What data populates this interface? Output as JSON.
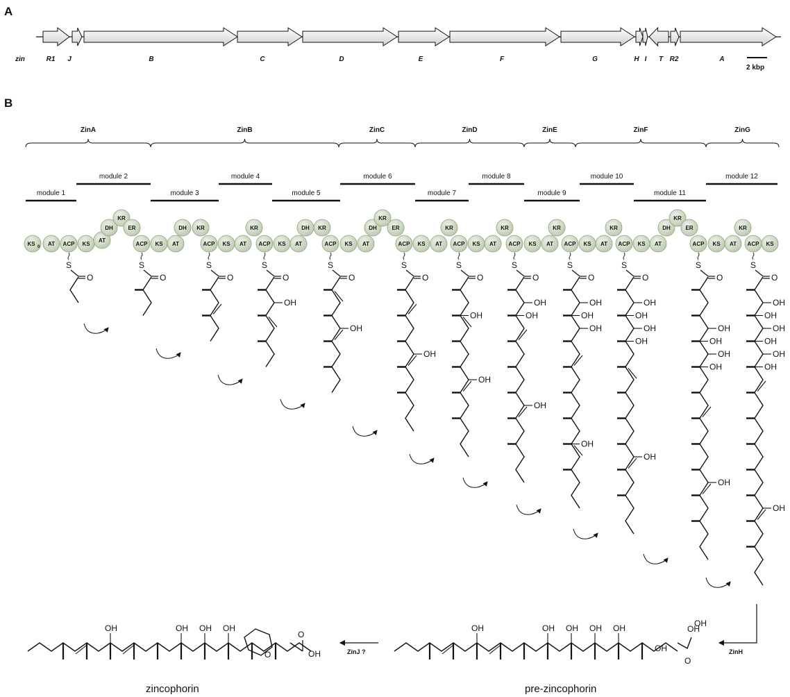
{
  "panel_a": "A",
  "panel_b": "B",
  "cluster_label": "zin",
  "scale_label": "2 kbp",
  "genes": [
    "R1",
    "J",
    "B",
    "C",
    "D",
    "E",
    "F",
    "G",
    "H",
    "I",
    "T",
    "R2",
    "A"
  ],
  "proteins": [
    "ZinA",
    "ZinB",
    "ZinC",
    "ZinD",
    "ZinE",
    "ZinF",
    "ZinG"
  ],
  "modules": [
    "module 1",
    "module 2",
    "module 3",
    "module 4",
    "module 5",
    "module 6",
    "module 7",
    "module 8",
    "module 9",
    "module 10",
    "module 11",
    "module 12"
  ],
  "domains": {
    "ks0": "KS",
    "ks0_sub": "0",
    "ks": "KS",
    "at": "AT",
    "acp": "ACP",
    "dh": "DH",
    "kr": "KR",
    "er": "ER"
  },
  "groups": {
    "o": "O",
    "oh": "OH",
    "s": "S"
  },
  "products": {
    "left": "zincophorin",
    "right": "pre-zincophorin"
  },
  "enzymes": {
    "zinj": "ZinJ ?",
    "zinh": "ZinH"
  },
  "colors": {
    "domain_fill": "#cfdcc3",
    "domain_stroke": "#8ea084",
    "arrow_fill": "#ffffff"
  }
}
